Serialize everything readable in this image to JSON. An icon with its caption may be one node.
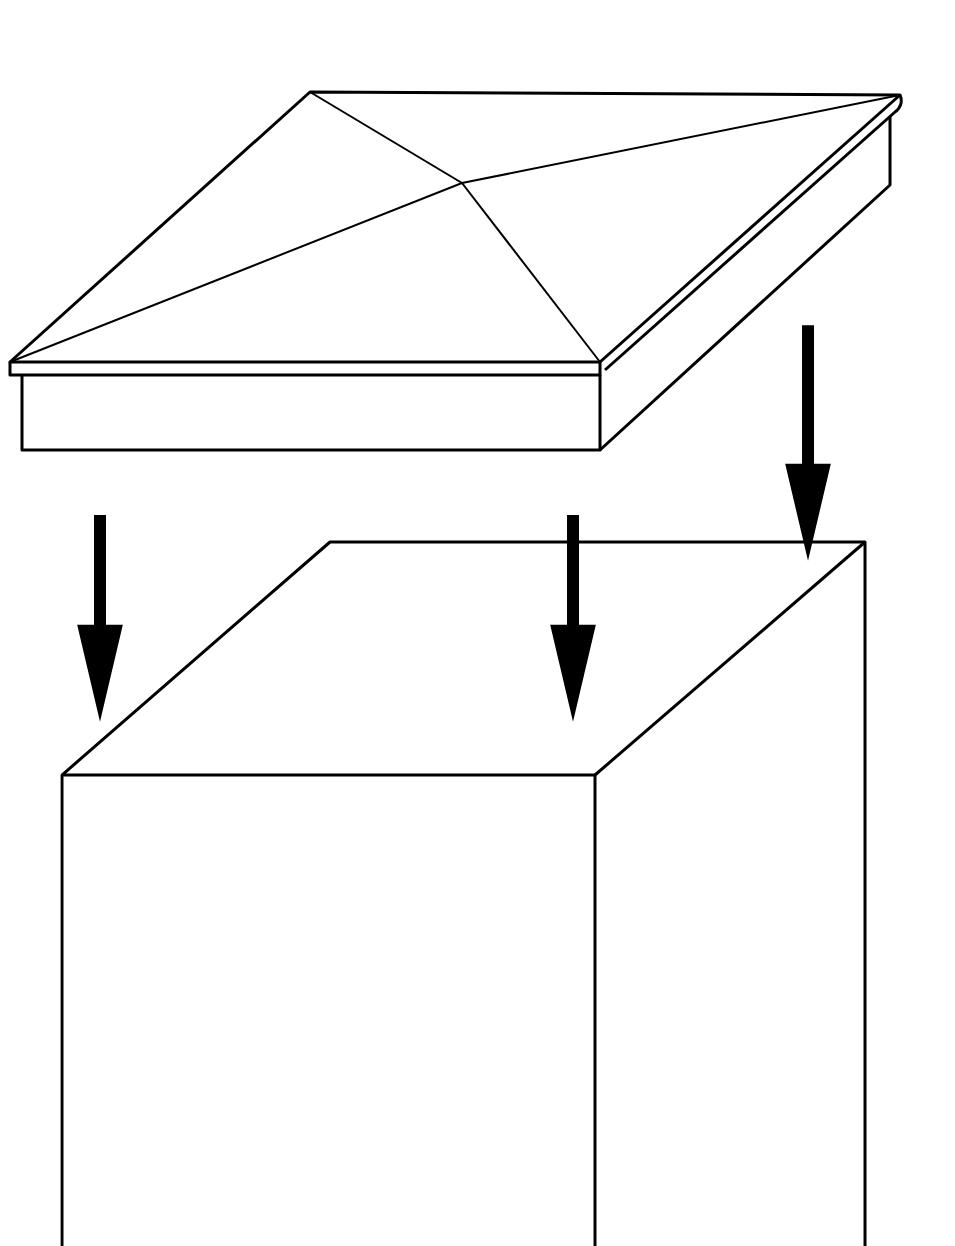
{
  "diagram": {
    "nodes": [
      {
        "text": [],
        "shape": "picture"
      },
      {
        "text": [],
        "shape": "picture"
      }
    ],
    "edges": [
      {
        "from": null,
        "to": 1,
        "arrow": "to"
      },
      {
        "from": null,
        "to": 1,
        "arrow": "to"
      },
      {
        "from": 0,
        "to": 1,
        "arrow": "to"
      }
    ]
  }
}
